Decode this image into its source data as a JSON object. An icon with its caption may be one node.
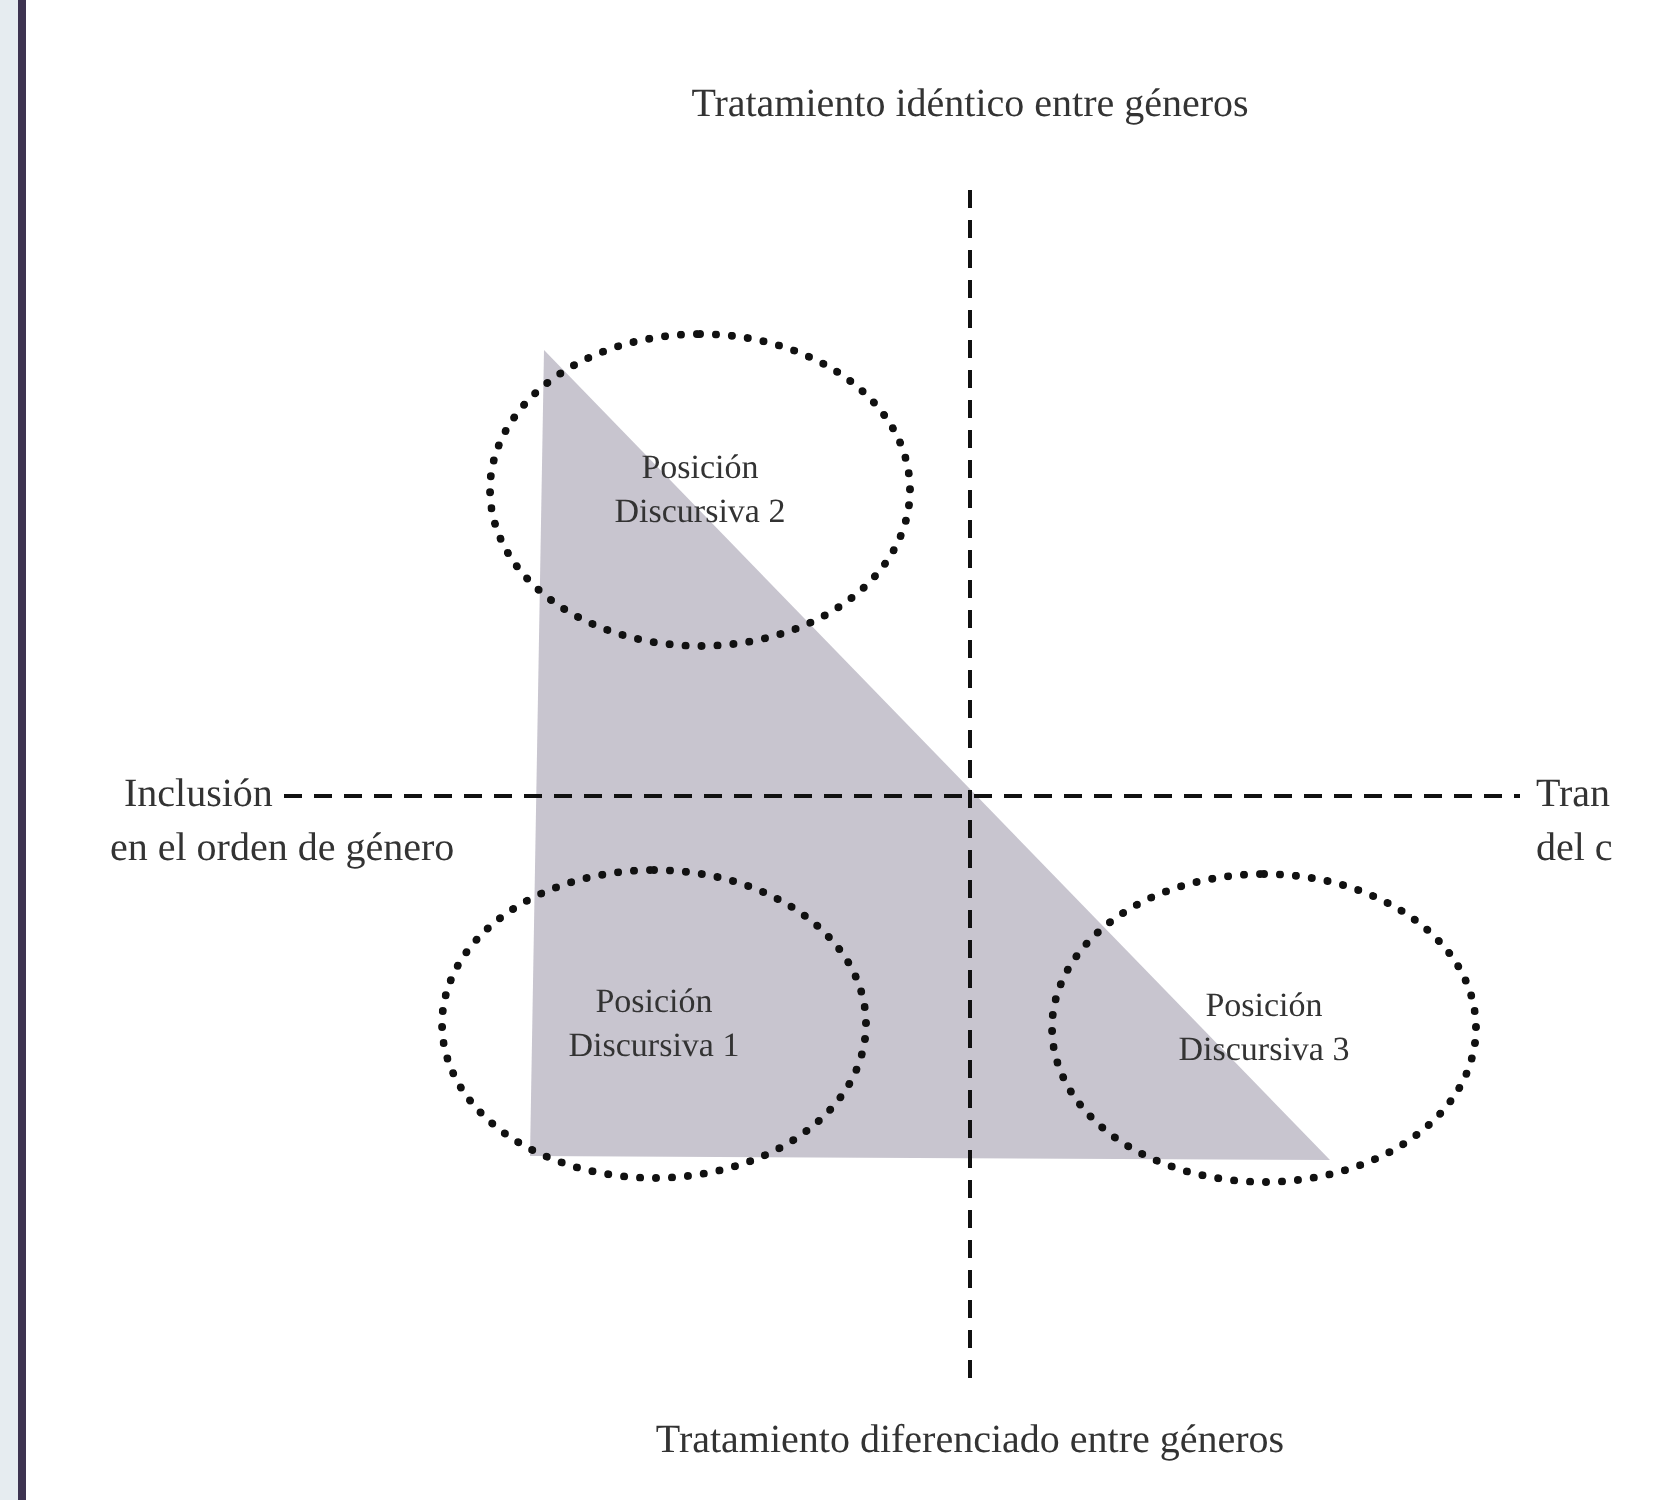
{
  "diagram": {
    "nodes": [
      {
        "text": [
          "Posición Discursiva 2"
        ]
      },
      {
        "text": [
          "Posición Discursiva 1"
        ]
      },
      {
        "text": [
          "Posición Discursiva 3"
        ]
      }
    ],
    "labels": [
      "Tratamiento idéntico entre géneros",
      "Inclusión",
      "Tran",
      "en el orden de género",
      "del c",
      "Tratamiento diferenciado entre géneros"
    ]
  }
}
